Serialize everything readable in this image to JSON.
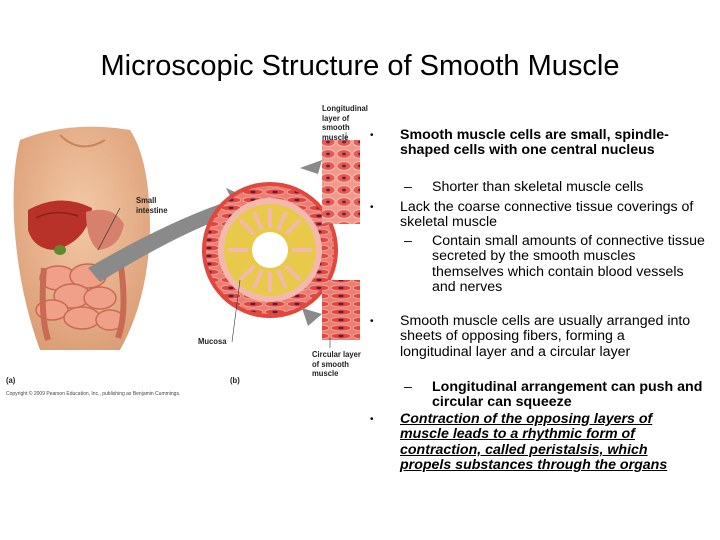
{
  "slide": {
    "title": "Microscopic Structure of Smooth Muscle"
  },
  "figure": {
    "label_longitudinal": "Longitudinal layer of smooth muscle",
    "label_small_intestine": "Small intestine",
    "label_mucosa": "Mucosa",
    "label_circular": "Circular layer of smooth muscle",
    "label_a": "(a)",
    "label_b": "(b)",
    "copyright": "Copyright © 2009 Pearson Education, Inc., publishing as Benjamin Cummings.",
    "colors": {
      "muscle_red": "#e0473e",
      "muscle_light": "#f4a59a",
      "mucosa_yellow": "#e8c94a",
      "liver": "#b8322a",
      "skin": "#e9b48c",
      "arrow_gray": "#8a8a8a"
    }
  },
  "bullets": [
    {
      "text": "Smooth muscle cells are small, spindle-shaped cells with one central nucleus",
      "style": "bold"
    },
    {
      "text": "Shorter than skeletal muscle cells",
      "level": 2
    },
    {
      "text": "Lack the coarse connective tissue coverings of skeletal muscle"
    },
    {
      "text": "Contain small amounts of connective tissue secreted by the smooth muscles themselves which contain blood vessels and nerves",
      "level": 2
    },
    {
      "text": "Smooth muscle cells are usually arranged into sheets of opposing fibers, forming a longitudinal layer and a circular layer"
    },
    {
      "text": "Longitudinal arrangement can push and circular can squeeze",
      "level": 2,
      "style": "bold"
    },
    {
      "text": "Contraction of the opposing layers of muscle leads to a rhythmic form of contraction, called peristalsis, which propels substances through the organs",
      "style": "emph"
    }
  ],
  "bullet_glyph": "•",
  "dash_glyph": "–"
}
